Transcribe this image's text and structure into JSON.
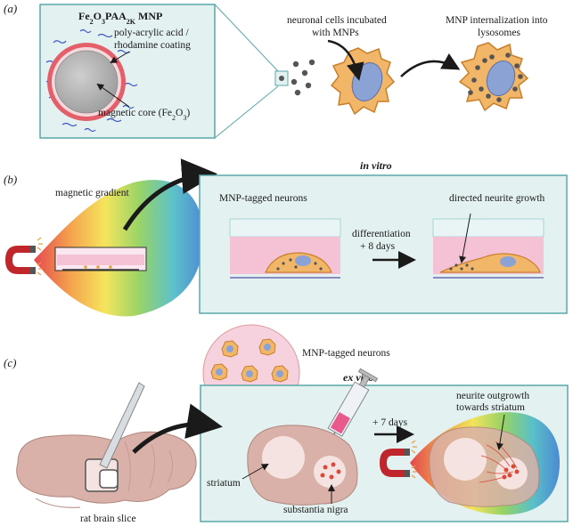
{
  "panels": {
    "a": {
      "letter": "(a)",
      "mnp_title": "Fe2O3PAA2K MNP",
      "mnp_title_parts": [
        "Fe",
        "2",
        "O",
        "3",
        "PAA",
        "2K",
        " MNP"
      ],
      "coating_label_line1": "poly-acrylic acid /",
      "coating_label_line2": "rhodamine coating",
      "core_label_parts": [
        "magnetic core (Fe",
        "2",
        "O",
        "3",
        ")"
      ],
      "incubation_label_line1": "neuronal cells incubated",
      "incubation_label_line2": "with MNPs",
      "internalization_label_line1": "MNP internalization into",
      "internalization_label_line2": "lysosomes"
    },
    "b": {
      "letter": "(b)",
      "in_vitro_label": "in vitro",
      "gradient_label": "magnetic gradient",
      "tagged_neurons_label": "MNP-tagged neurons",
      "directed_growth_label": "directed neurite growth",
      "differentiation_line1": "differentiation",
      "differentiation_line2": "+ 8 days"
    },
    "c": {
      "letter": "(c)",
      "tagged_neurons_label": "MNP-tagged neurons",
      "ex_vivo_label": "ex vivo",
      "days_label": "+ 7 days",
      "outgrowth_line1": "neurite outgrowth",
      "outgrowth_line2": "towards striatum",
      "striatum_label": "striatum",
      "substantia_label": "substantia nigra",
      "brain_slice_label": "rat brain slice"
    }
  },
  "colors": {
    "panel_fill": "#e3f1f0",
    "panel_stroke": "#5aa8a8",
    "cell_fill": "#f2b668",
    "cell_stroke": "#c87f2b",
    "nucleus_fill": "#8ba3d4",
    "coating_red": "#e3606a",
    "media_pink": "#f4c2d4",
    "brain_fill": "#dab1a8"
  }
}
